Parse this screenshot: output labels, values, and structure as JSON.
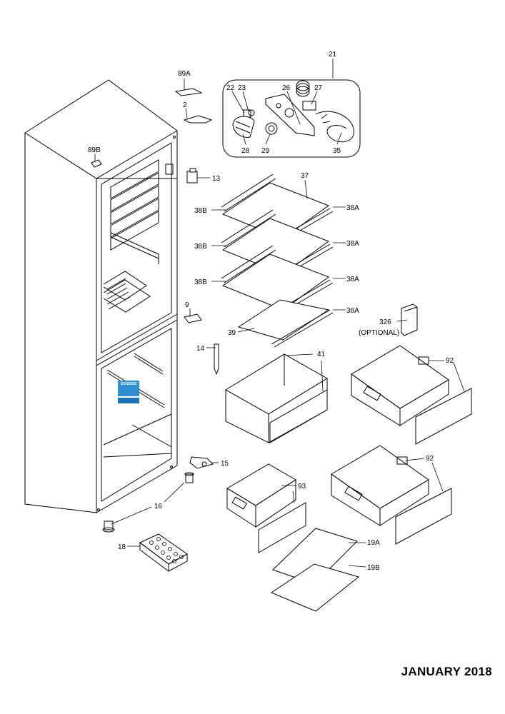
{
  "footer": {
    "date": "JANUARY 2018"
  },
  "logo": {
    "text": "SOGEDIS"
  },
  "colors": {
    "line": "#000000",
    "logo_blue": "#2f8fd0"
  },
  "labels": {
    "p89A": "89A",
    "p2": "2",
    "p89B": "89B",
    "p13": "13",
    "p21": "21",
    "p22": "22",
    "p23": "23",
    "p26": "26",
    "p27": "27",
    "p28": "28",
    "p29": "29",
    "p35": "35",
    "p37": "37",
    "p38A": "38A",
    "p38B": "38B",
    "p39": "39",
    "p9": "9",
    "p14": "14",
    "p41": "41",
    "p326": "326",
    "optional": "(OPTIONAL)",
    "p92": "92",
    "p93": "93",
    "p15": "15",
    "p16": "16",
    "p18": "18",
    "p19A": "19A",
    "p19B": "19B"
  }
}
